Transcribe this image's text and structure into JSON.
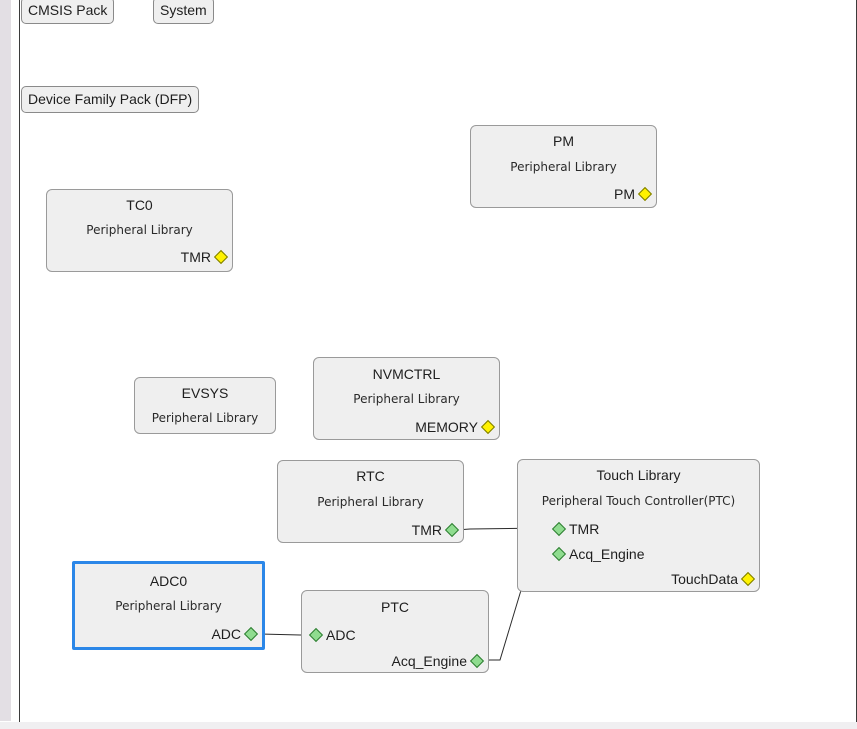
{
  "chips": {
    "cmsis": "CMSIS Pack",
    "system": "System",
    "dfp": "Device Family Pack (DFP)"
  },
  "components": {
    "pm": {
      "title": "PM",
      "subtitle": "Peripheral Library",
      "port": "PM"
    },
    "tc0": {
      "title": "TC0",
      "subtitle": "Peripheral Library",
      "port": "TMR"
    },
    "evsys": {
      "title": "EVSYS",
      "subtitle": "Peripheral Library"
    },
    "nvmctrl": {
      "title": "NVMCTRL",
      "subtitle": "Peripheral Library",
      "port": "MEMORY"
    },
    "rtc": {
      "title": "RTC",
      "subtitle": "Peripheral Library",
      "port": "TMR"
    },
    "touch": {
      "title": "Touch Library",
      "subtitle": "Peripheral Touch Controller(PTC)",
      "ports": {
        "tmr": "TMR",
        "acq": "Acq_Engine",
        "touchdata": "TouchData"
      }
    },
    "adc0": {
      "title": "ADC0",
      "subtitle": "Peripheral Library",
      "port": "ADC"
    },
    "ptc": {
      "title": "PTC",
      "ports": {
        "adc": "ADC",
        "acq": "Acq_Engine"
      }
    }
  },
  "colors": {
    "selection": "#2b87e8",
    "provided_port": "#fff200",
    "connected_port": "#8fdc8f"
  },
  "icons": {
    "provided_port": "yellow-diamond",
    "connected_port": "green-diamond"
  }
}
